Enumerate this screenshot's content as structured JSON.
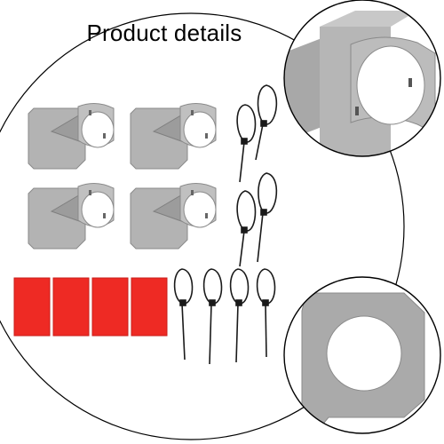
{
  "title": "Product details",
  "colors": {
    "background": "#ffffff",
    "bracket_gray": "#a9a9a9",
    "bracket_shadow": "#8f8f8f",
    "adhesive_pad_red": "#ee2a24",
    "cable_tie_black": "#1a1a1a",
    "outline_black": "#000000"
  },
  "contents": {
    "mounting_brackets": 4,
    "cable_ties": 8,
    "adhesive_pads": 4
  },
  "detail_callouts": [
    {
      "name": "bracket-clip-closeup"
    },
    {
      "name": "bracket-base-plate-closeup"
    }
  ]
}
